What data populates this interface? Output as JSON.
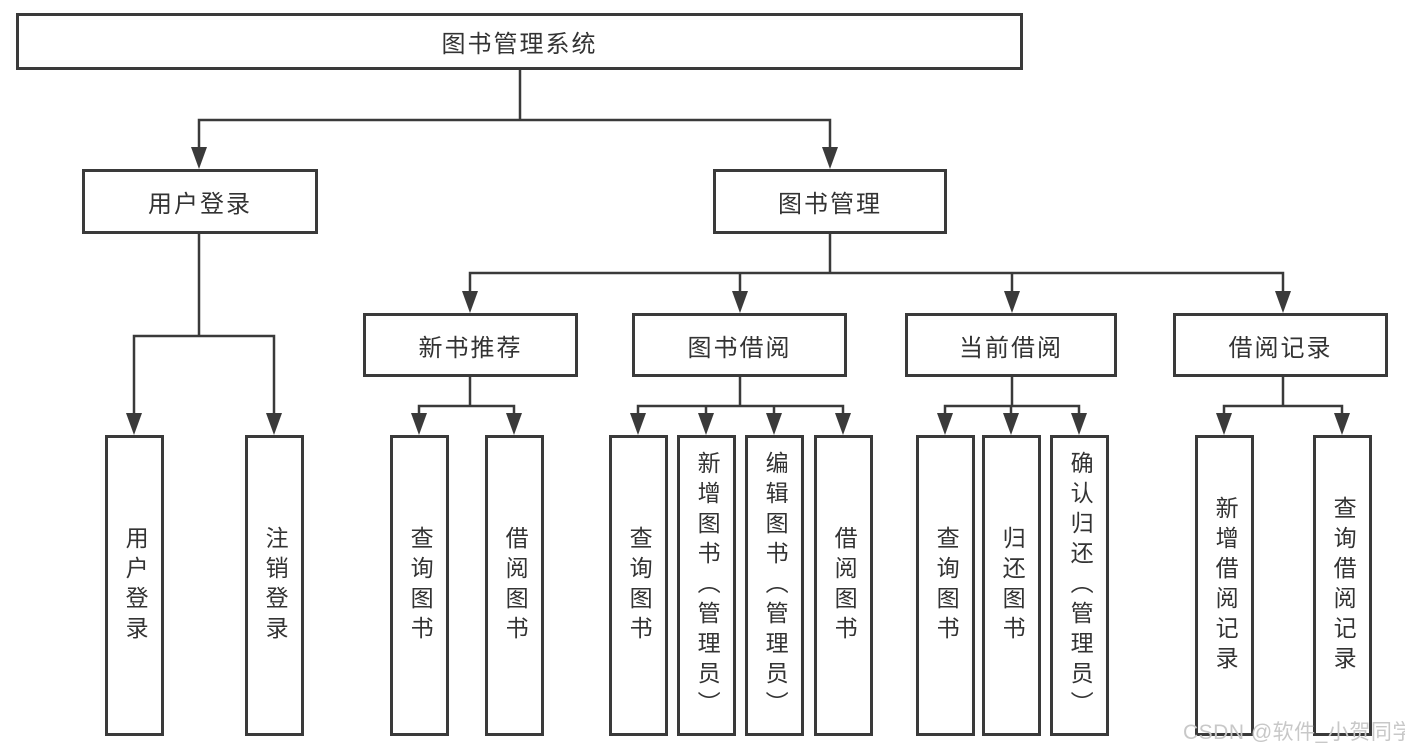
{
  "diagram": {
    "root": {
      "label": "图书管理系统"
    },
    "level2": [
      {
        "label": "用户登录"
      },
      {
        "label": "图书管理"
      }
    ],
    "level3": [
      {
        "label": "新书推荐"
      },
      {
        "label": "图书借阅"
      },
      {
        "label": "当前借阅"
      },
      {
        "label": "借阅记录"
      }
    ],
    "leaves": {
      "user_login": [
        {
          "label": "用户登录"
        },
        {
          "label": "注销登录"
        }
      ],
      "new_book_recommend": [
        {
          "label": "查询图书"
        },
        {
          "label": "借阅图书"
        }
      ],
      "book_borrow": [
        {
          "label": "查询图书"
        },
        {
          "label": "新增图书（管理员）"
        },
        {
          "label": "编辑图书（管理员）"
        },
        {
          "label": "借阅图书"
        }
      ],
      "current_borrow": [
        {
          "label": "查询图书"
        },
        {
          "label": "归还图书"
        },
        {
          "label": "确认归还（管理员）"
        }
      ],
      "borrow_record": [
        {
          "label": "新增借阅记录"
        },
        {
          "label": "查询借阅记录"
        }
      ]
    },
    "watermark": "CSDN @软件_小贺同学",
    "colors": {
      "line": "#3a3a3a",
      "text": "#333333",
      "watermark": "#c8c8c8",
      "background": "#ffffff"
    }
  }
}
